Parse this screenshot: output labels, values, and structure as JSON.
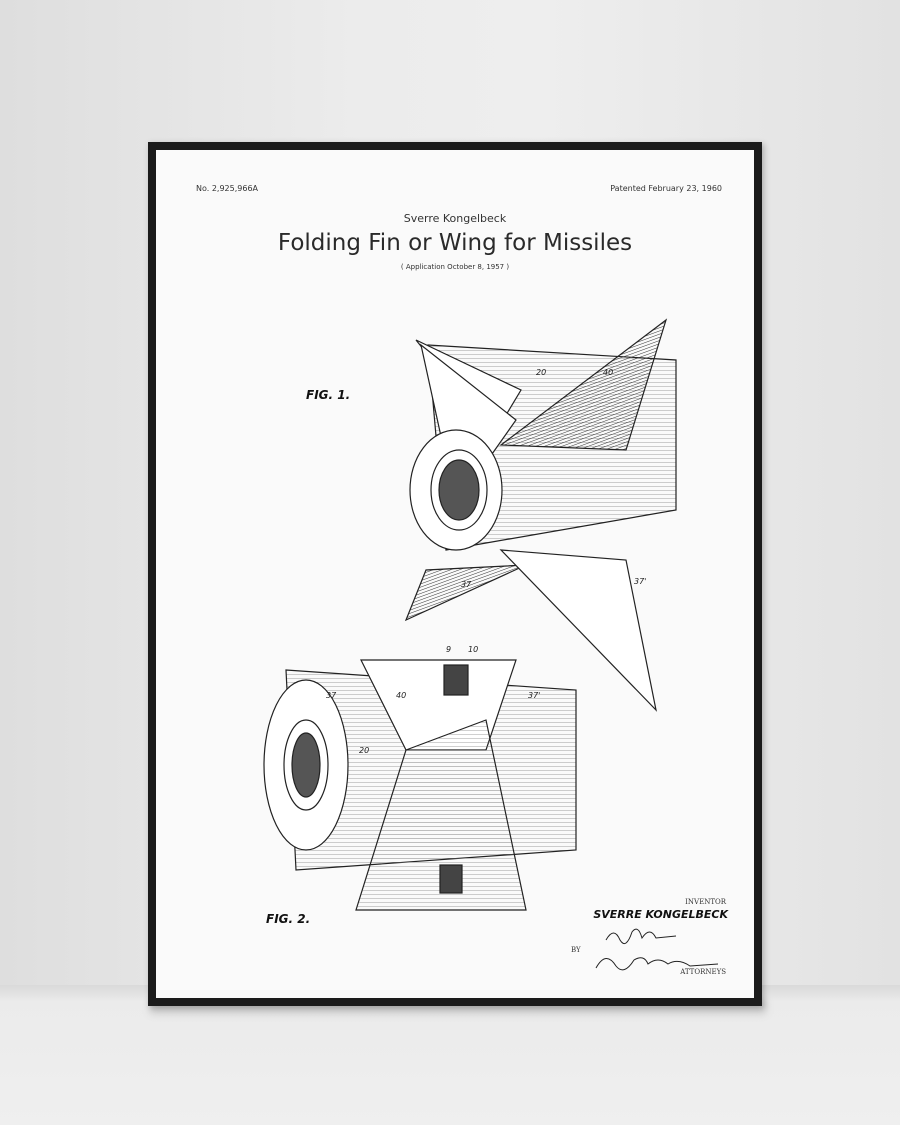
{
  "poster": {
    "patent_number": "No. 2,925,966A",
    "patented_date": "Patented February 23, 1960",
    "inventor": "Sverre Kongelbeck",
    "title": "Folding Fin or Wing for Missiles",
    "application": "( Application October 8, 1957 )",
    "figures": {
      "fig1": "FIG. 1.",
      "fig2": "FIG. 2."
    },
    "refs": {
      "r20": "20",
      "r40": "40",
      "r37": "37",
      "r37p": "37'",
      "r9": "9",
      "r10": "10"
    },
    "signature_block": {
      "inventor_label": "INVENTOR",
      "inventor_name": "SVERRE KONGELBECK",
      "by_label": "BY",
      "signature": "J. D. O'Brien / R. Bordeaux Warner",
      "attorneys_label": "ATTORNEYS"
    }
  },
  "colors": {
    "frame": "#1b1b1b",
    "paper": "#fafafa",
    "wall": "#e9e9e9"
  }
}
